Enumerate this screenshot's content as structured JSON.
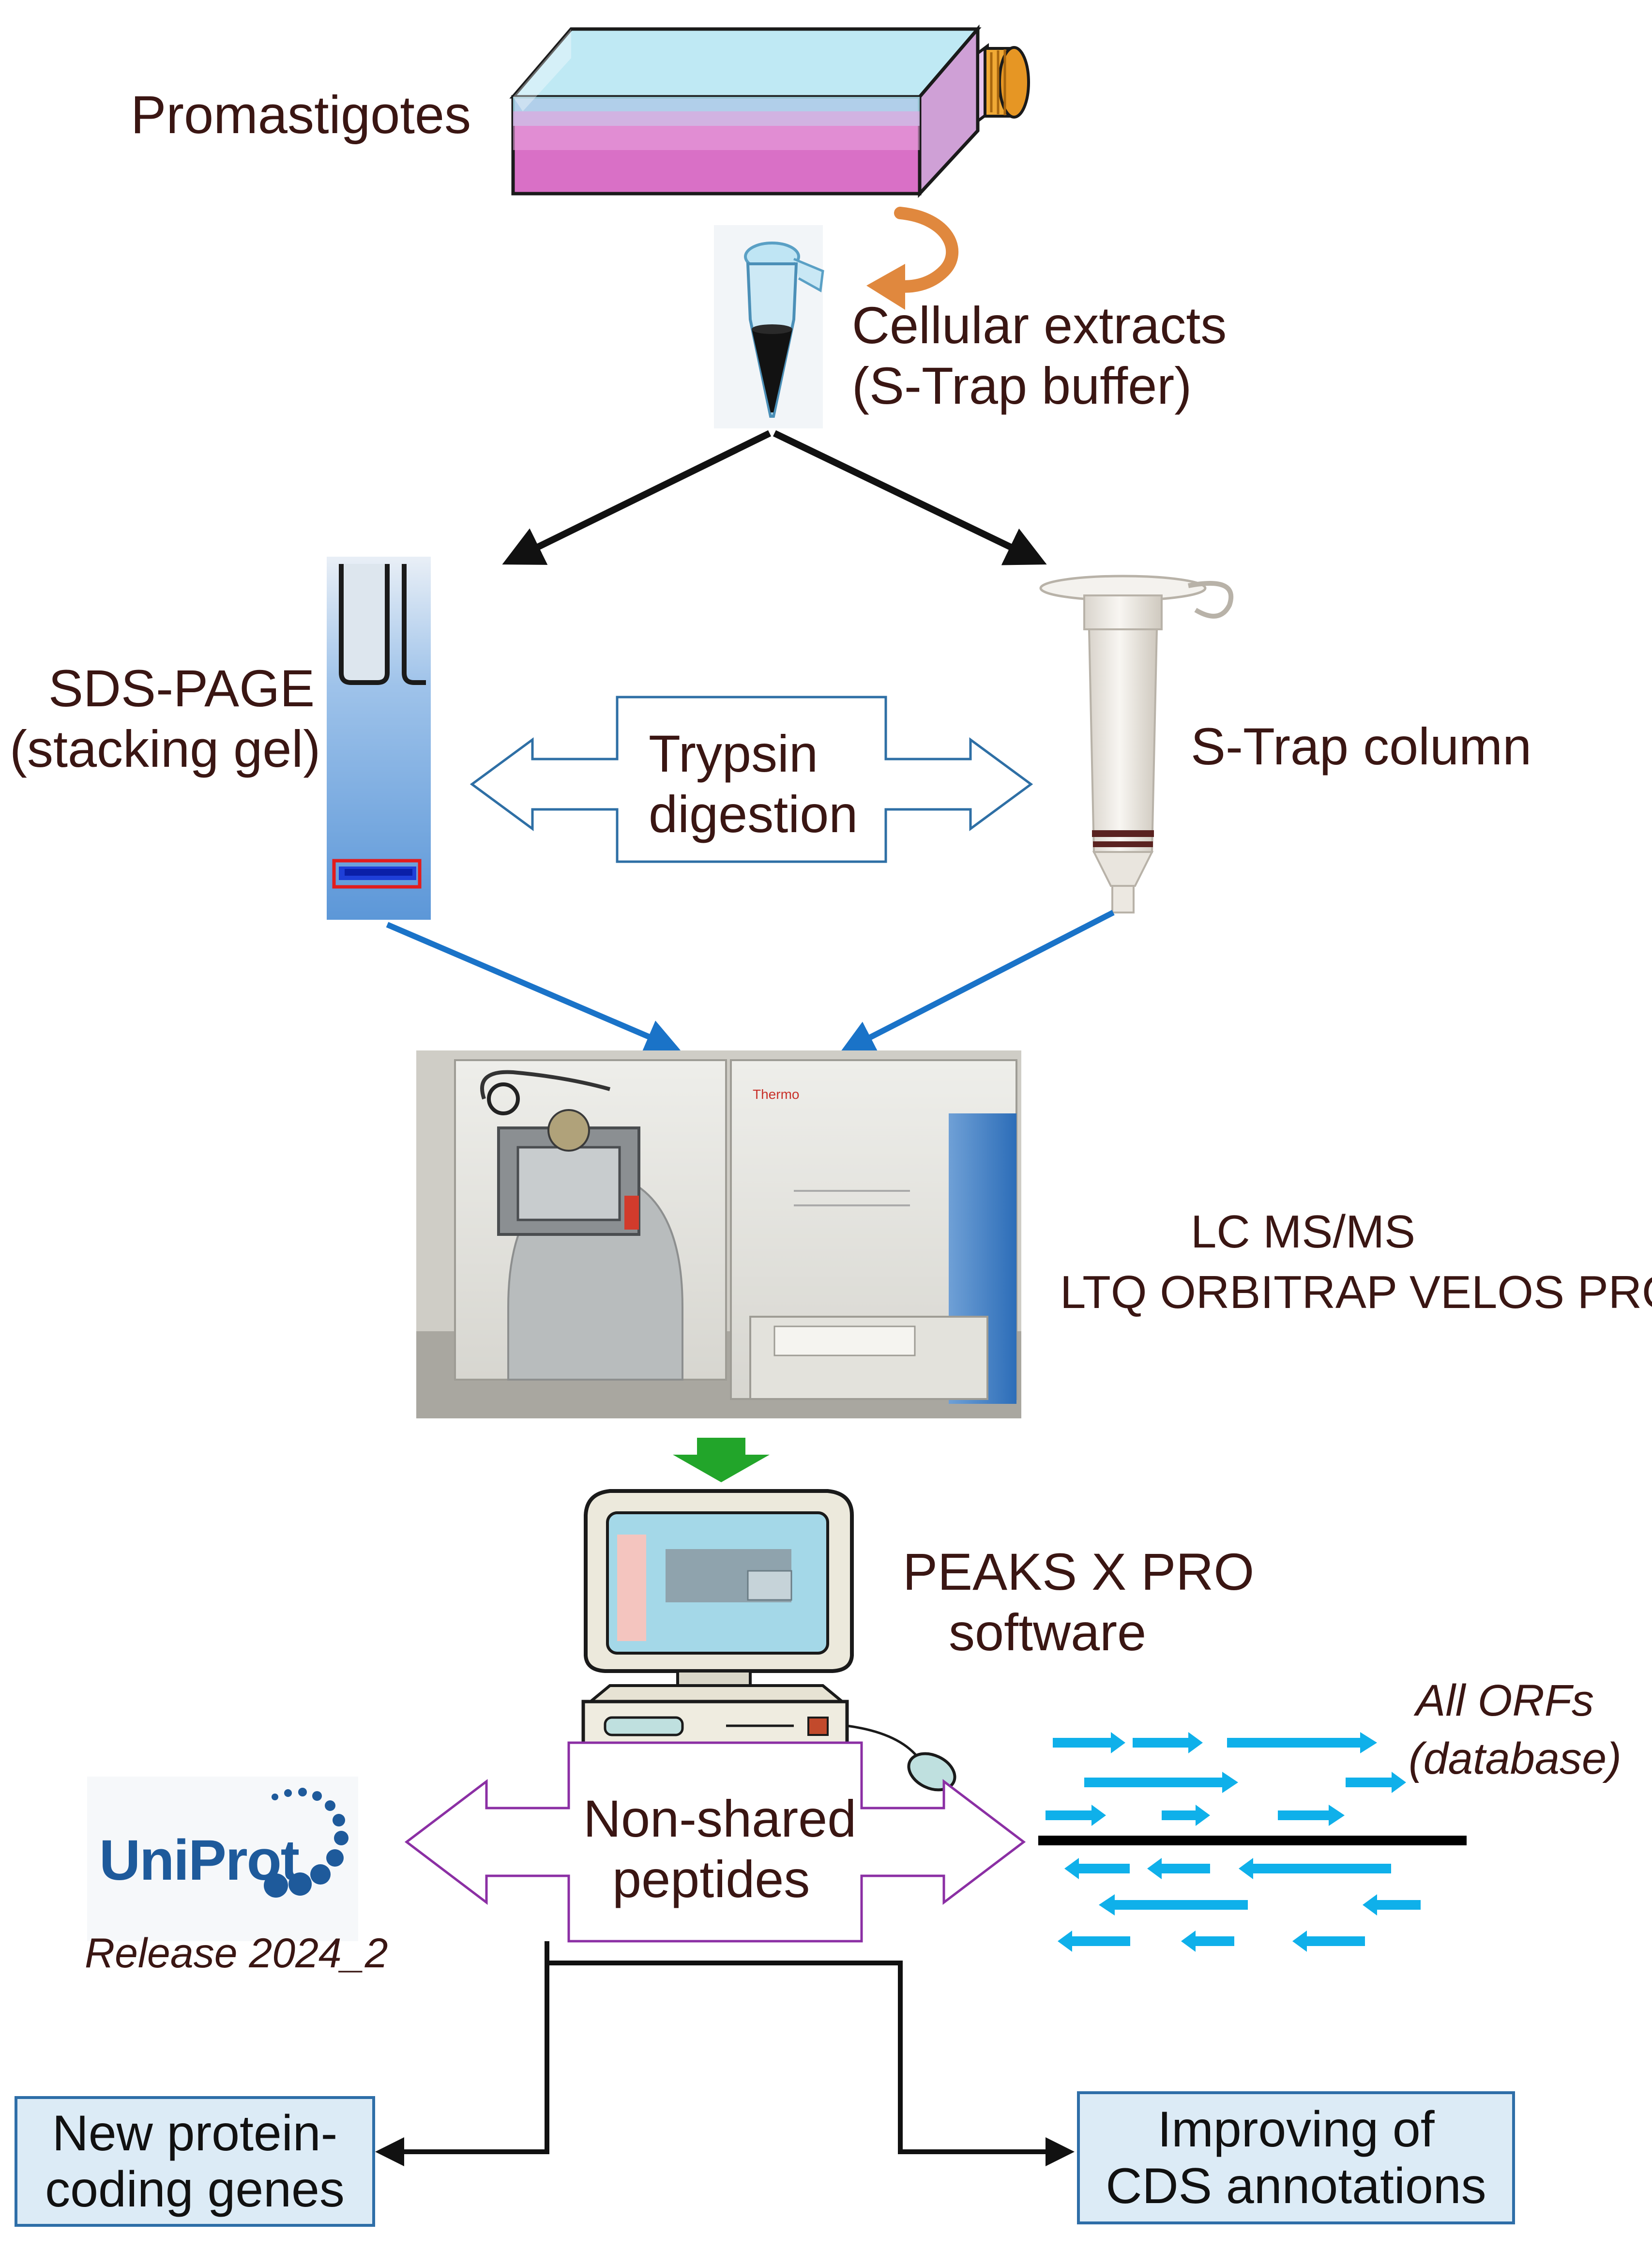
{
  "labels": {
    "promastigotes": "Promastigotes",
    "cellular_extracts_1": "Cellular extracts",
    "cellular_extracts_2": "(S-Trap buffer)",
    "sds_page_1": "SDS-PAGE",
    "sds_page_2": "(stacking gel)",
    "trypsin_1": "Trypsin",
    "trypsin_2": "digestion",
    "strap_column": "S-Trap column",
    "lcms_1": "LC MS/MS",
    "lcms_2": "LTQ ORBITRAP VELOS PRO",
    "peaks_1": "PEAKS X PRO",
    "peaks_2": "software",
    "non_shared_1": "Non-shared",
    "non_shared_2": "peptides",
    "all_orfs_1": "All ORFs",
    "all_orfs_2": "(database)",
    "uniprot_logo": "UniProt",
    "release": "Release 2024_2",
    "new_genes_1": "New protein-",
    "new_genes_2": "coding genes",
    "improving_1": "Improving of",
    "improving_2": "CDS annotations",
    "instrument_brand": "Thermo"
  },
  "colors": {
    "label_text": "#3a1613",
    "outline_arrow": "#2e6fa5",
    "purple_arrow": "#8b2fa4",
    "blue_arrow": "#1a73c8",
    "green_arrow": "#22a52a",
    "orf_cyan": "#0fb0ea",
    "box_fill": "#dcebf6",
    "box_border": "#2e6ea8"
  }
}
